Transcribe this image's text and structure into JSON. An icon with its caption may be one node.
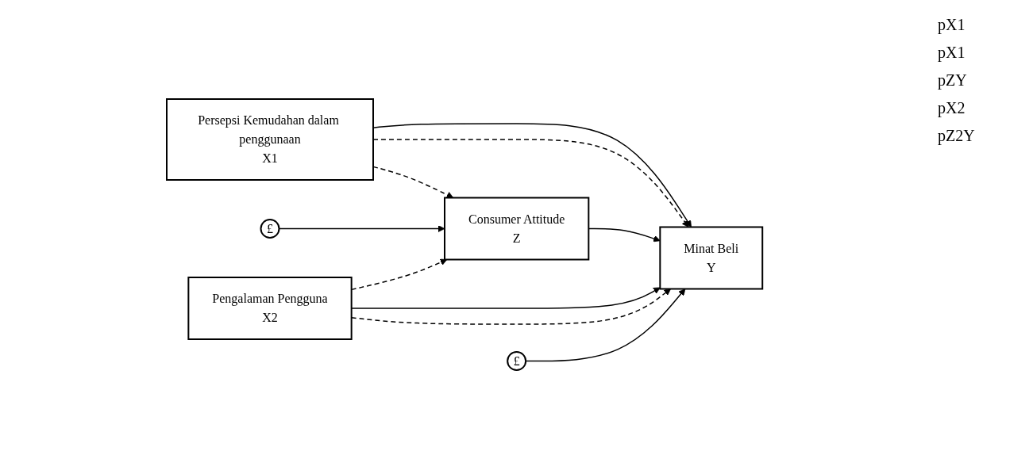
{
  "diagram": {
    "nodes": [
      {
        "text": [
          "Persepsi Kemudahan dalam penggunaan",
          "X1"
        ]
      },
      {
        "text": [
          "£"
        ]
      },
      {
        "text": [
          "Consumer Attitude",
          "Z"
        ]
      },
      {
        "text": [
          "Minat Beli",
          "Y"
        ]
      },
      {
        "text": [
          "Pengalaman Pengguna",
          "X2"
        ]
      },
      {
        "text": [
          "£"
        ]
      }
    ],
    "edges": [
      {
        "from": 0,
        "to": 2,
        "arrow": "to",
        "style": "dashed"
      },
      {
        "from": 0,
        "to": 3,
        "arrow": "to"
      },
      {
        "from": 0,
        "to": 3,
        "arrow": "to",
        "style": "dashed"
      },
      {
        "from": 1,
        "to": 2,
        "arrow": "to"
      },
      {
        "from": 2,
        "to": 3,
        "arrow": "to"
      },
      {
        "from": 4,
        "to": 2,
        "arrow": "to",
        "style": "dashed"
      },
      {
        "from": 4,
        "to": 3,
        "arrow": "to"
      },
      {
        "from": 4,
        "to": 3,
        "arrow": "to",
        "style": "dashed"
      },
      {
        "from": 5,
        "to": 3,
        "arrow": "to"
      }
    ],
    "labels": [
      "pX1",
      "pX1",
      "pZY",
      "pX2",
      "pZ2Y"
    ]
  }
}
